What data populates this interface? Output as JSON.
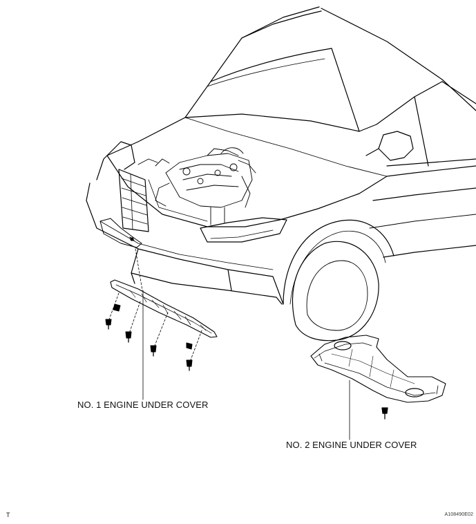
{
  "labels": {
    "cover_1": "NO. 1 ENGINE UNDER COVER",
    "cover_2": "NO. 2 ENGINE UNDER COVER"
  },
  "corner_mark": "T",
  "figure_id": "A108490E02",
  "colors": {
    "line": "#000000",
    "background": "#ffffff"
  }
}
